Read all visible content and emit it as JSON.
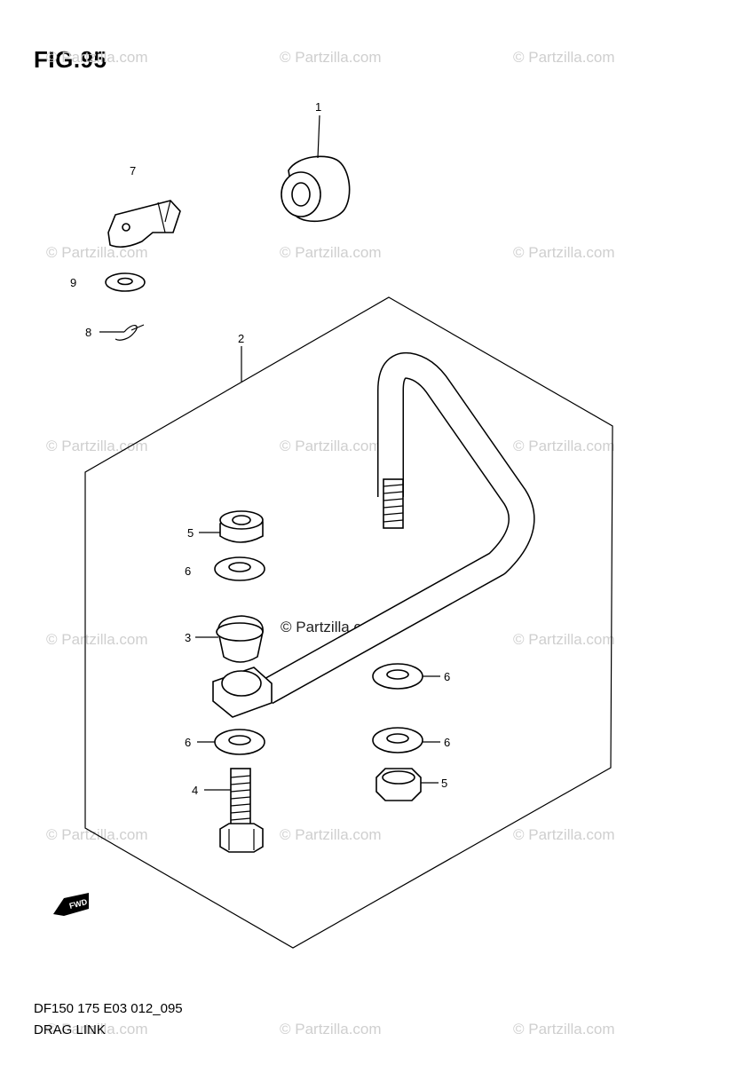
{
  "figure_title": "FIG.95",
  "footer": {
    "model_code": "DF150 175 E03 012_095",
    "assembly_name": "DRAG LINK"
  },
  "watermark": {
    "text": "© Partzilla.com"
  },
  "callouts": {
    "c1": "1",
    "c2": "2",
    "c3": "3",
    "c4": "4",
    "c5a": "5",
    "c5b": "5",
    "c6a": "6",
    "c6b": "6",
    "c6c": "6",
    "c6d": "6",
    "c7": "7",
    "c8": "8",
    "c9": "9"
  },
  "fwd_badge": "FWD",
  "colors": {
    "line": "#000000",
    "watermark": "#cfcfcf",
    "background": "#ffffff"
  }
}
